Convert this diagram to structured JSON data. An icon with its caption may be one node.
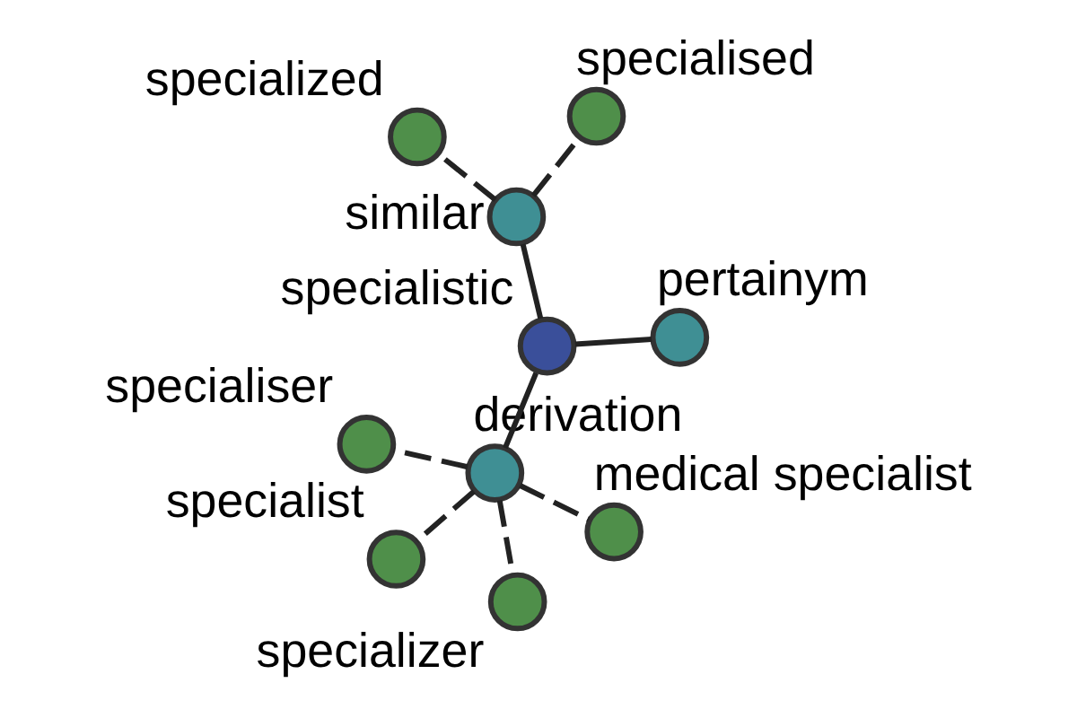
{
  "diagram": {
    "nodes": [
      {
        "text": [],
        "shape": "circle",
        "beside": [
          "specialistic"
        ]
      },
      {
        "text": [],
        "shape": "circle",
        "beside": [
          "pertainym"
        ]
      },
      {
        "text": [],
        "shape": "circle",
        "beside": [
          "derivation"
        ]
      },
      {
        "text": [],
        "shape": "circle",
        "beside": [
          "similar"
        ]
      },
      {
        "text": [],
        "shape": "circle",
        "beside": [
          "medical specialist"
        ]
      },
      {
        "text": [],
        "shape": "circle",
        "beside": [
          "specialiser"
        ]
      },
      {
        "text": [],
        "shape": "circle",
        "beside": [
          "specialist"
        ]
      },
      {
        "text": [],
        "shape": "circle",
        "beside": [
          "specializer"
        ]
      },
      {
        "text": [],
        "shape": "circle",
        "beside": [
          "specialized"
        ]
      },
      {
        "text": [],
        "shape": "circle",
        "beside": [
          "specialised"
        ]
      }
    ],
    "edges": [
      {
        "from": 0,
        "to": 1,
        "arrow": "none"
      },
      {
        "from": 0,
        "to": 2,
        "arrow": "none"
      },
      {
        "from": 0,
        "to": 3,
        "arrow": "none"
      },
      {
        "from": 2,
        "to": 4,
        "arrow": "none",
        "style": "dashed"
      },
      {
        "from": 2,
        "to": 5,
        "arrow": "none",
        "style": "dashed"
      },
      {
        "from": 2,
        "to": 6,
        "arrow": "none",
        "style": "dashed"
      },
      {
        "from": 2,
        "to": 7,
        "arrow": "none",
        "style": "dashed"
      },
      {
        "from": 3,
        "to": 8,
        "arrow": "none",
        "style": "dashed"
      },
      {
        "from": 3,
        "to": 9,
        "arrow": "none",
        "style": "dashed"
      }
    ]
  }
}
